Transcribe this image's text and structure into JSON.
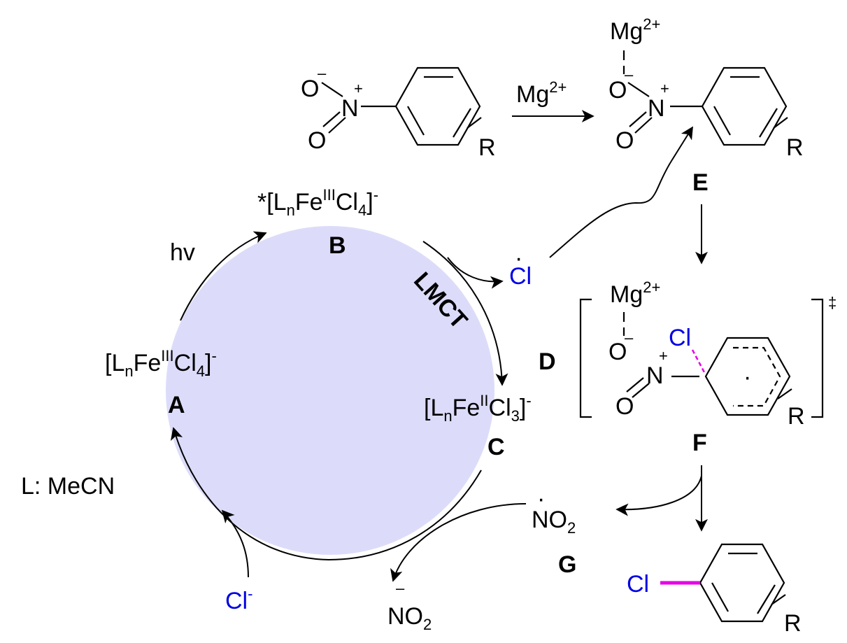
{
  "colors": {
    "circle_fill": "#dcdcfa",
    "chlorine": "#0000e6",
    "new_bond": "#e600e6",
    "ink": "#000000"
  },
  "labels": {
    "hv": "hv",
    "lmct": "LMCT",
    "ligand": "L: MeCN"
  },
  "species": {
    "A": {
      "letter": "A",
      "open": "[L",
      "sub": "n",
      "metal": "Fe",
      "ox": "III",
      "ligand": "Cl",
      "count": "4",
      "close": "]",
      "charge": "-"
    },
    "B": {
      "letter": "B",
      "star": "*[L",
      "sub": "n",
      "metal": "Fe",
      "ox": "III",
      "ligand": "Cl",
      "count": "4",
      "close": "]",
      "charge": "-"
    },
    "C": {
      "letter": "C",
      "open": "[L",
      "sub": "n",
      "metal": "Fe",
      "ox": "II",
      "ligand": "Cl",
      "count": "3",
      "close": "]",
      "charge": "-"
    },
    "D": {
      "letter": "D"
    },
    "E": {
      "letter": "E"
    },
    "F": {
      "letter": "F",
      "dagger": "‡"
    },
    "G": {
      "letter": "G"
    }
  },
  "atoms": {
    "O": "O",
    "N": "N",
    "R": "R",
    "Cl": "Cl",
    "Mg": "Mg",
    "mg_charge": "2+",
    "plus": "+",
    "minus": "–",
    "radical_dot": "·",
    "NO2_N": "NO",
    "NO2_sub": "2",
    "chloride_charge": "-"
  },
  "reagent_arrow": {
    "reagent": "Mg",
    "charge": "2+"
  }
}
